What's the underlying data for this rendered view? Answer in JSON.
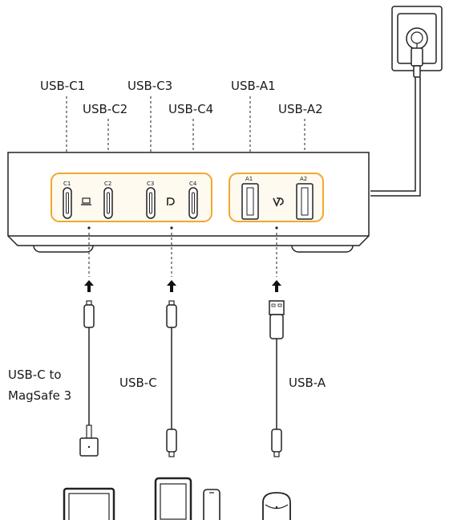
{
  "port_labels": {
    "usb_c1": "USB-C1",
    "usb_c2": "USB-C2",
    "usb_c3": "USB-C3",
    "usb_c4": "USB-C4",
    "usb_a1": "USB-A1",
    "usb_a2": "USB-A2"
  },
  "port_marks": {
    "c1": "C1",
    "c2": "C2",
    "c3": "C3",
    "c4": "C4",
    "a1": "A1",
    "a2": "A2"
  },
  "cable_labels": {
    "magsafe_line1": "USB-C to",
    "magsafe_line2": "MagSafe 3",
    "usb_c": "USB-C",
    "usb_a": "USB-A"
  },
  "colors": {
    "port_group_outline": "#f0a830",
    "port_group_fill": "#fffaf0",
    "line": "#222222"
  },
  "icons": [
    "laptop-icon",
    "power-delivery-icon",
    "power-delivery-icon",
    "wall-outlet-icon",
    "plug-icon",
    "laptop-icon",
    "tablet-icon",
    "phone-icon",
    "earbuds-case-icon"
  ]
}
